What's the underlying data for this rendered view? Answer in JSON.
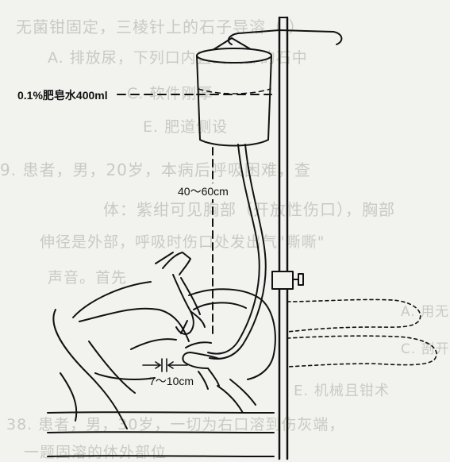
{
  "labels": {
    "solution": "0.1%肥皂水400ml",
    "height": "40～60cm",
    "insertion": "7～10cm"
  },
  "background_text": [
    "无菌钳固定，三棱针上的石子导溶（  ）",
    "A. 排放尿，下列口内直到面部的石中",
    "C. 软件刚厚",
    "E. 肥道侧设",
    "9. 患者，男，20岁，本病后呼吸困难，查",
    "体：紫绀可见胸部（开放性伤口），胸部",
    "伸径是外部，呼吸时伤口处发出气\"嘶嘶\"",
    "声音。首先",
    "A. 用无菌",
    "C. 剖开胸",
    "E. 机械且钳术",
    "38. 患者，男，30岁，一切为右口溶到伤灰端，",
    "一题固溶的体外部位"
  ],
  "colors": {
    "ink": "#111111",
    "paper": "#f2f2ef",
    "ghost_text": "#c9c9c4"
  }
}
